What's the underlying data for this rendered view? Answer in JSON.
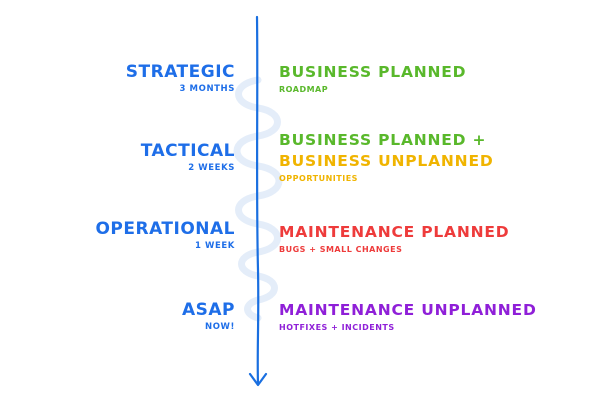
{
  "colors": {
    "timeframe": "#1e6ee8",
    "axis": "#1a6fe0",
    "spiral": "#e4edf9",
    "business_planned": "#59b82b",
    "business_unplanned": "#f0b400",
    "maintenance_planned": "#ee3b3b",
    "maintenance_unplanned": "#8f1fd8"
  },
  "rows": [
    {
      "timeframe": "Strategic",
      "duration": "3 months",
      "lines": [
        {
          "text": "Business Planned",
          "color": "business_planned"
        }
      ],
      "note": {
        "text": "Roadmap",
        "color": "business_planned"
      }
    },
    {
      "timeframe": "Tactical",
      "duration": "2 weeks",
      "lines": [
        {
          "text": "Business Planned +",
          "color": "business_planned"
        },
        {
          "text": "Business Unplanned",
          "color": "business_unplanned"
        }
      ],
      "note": {
        "text": "Opportunities",
        "color": "business_unplanned"
      }
    },
    {
      "timeframe": "Operational",
      "duration": "1 week",
      "lines": [
        {
          "text": "Maintenance Planned",
          "color": "maintenance_planned"
        }
      ],
      "note": {
        "text": "Bugs + small changes",
        "color": "maintenance_planned"
      }
    },
    {
      "timeframe": "ASAP",
      "duration": "Now!",
      "lines": [
        {
          "text": "Maintenance Unplanned",
          "color": "maintenance_unplanned"
        }
      ],
      "note": {
        "text": "Hotfixes + incidents",
        "color": "maintenance_unplanned"
      }
    }
  ]
}
